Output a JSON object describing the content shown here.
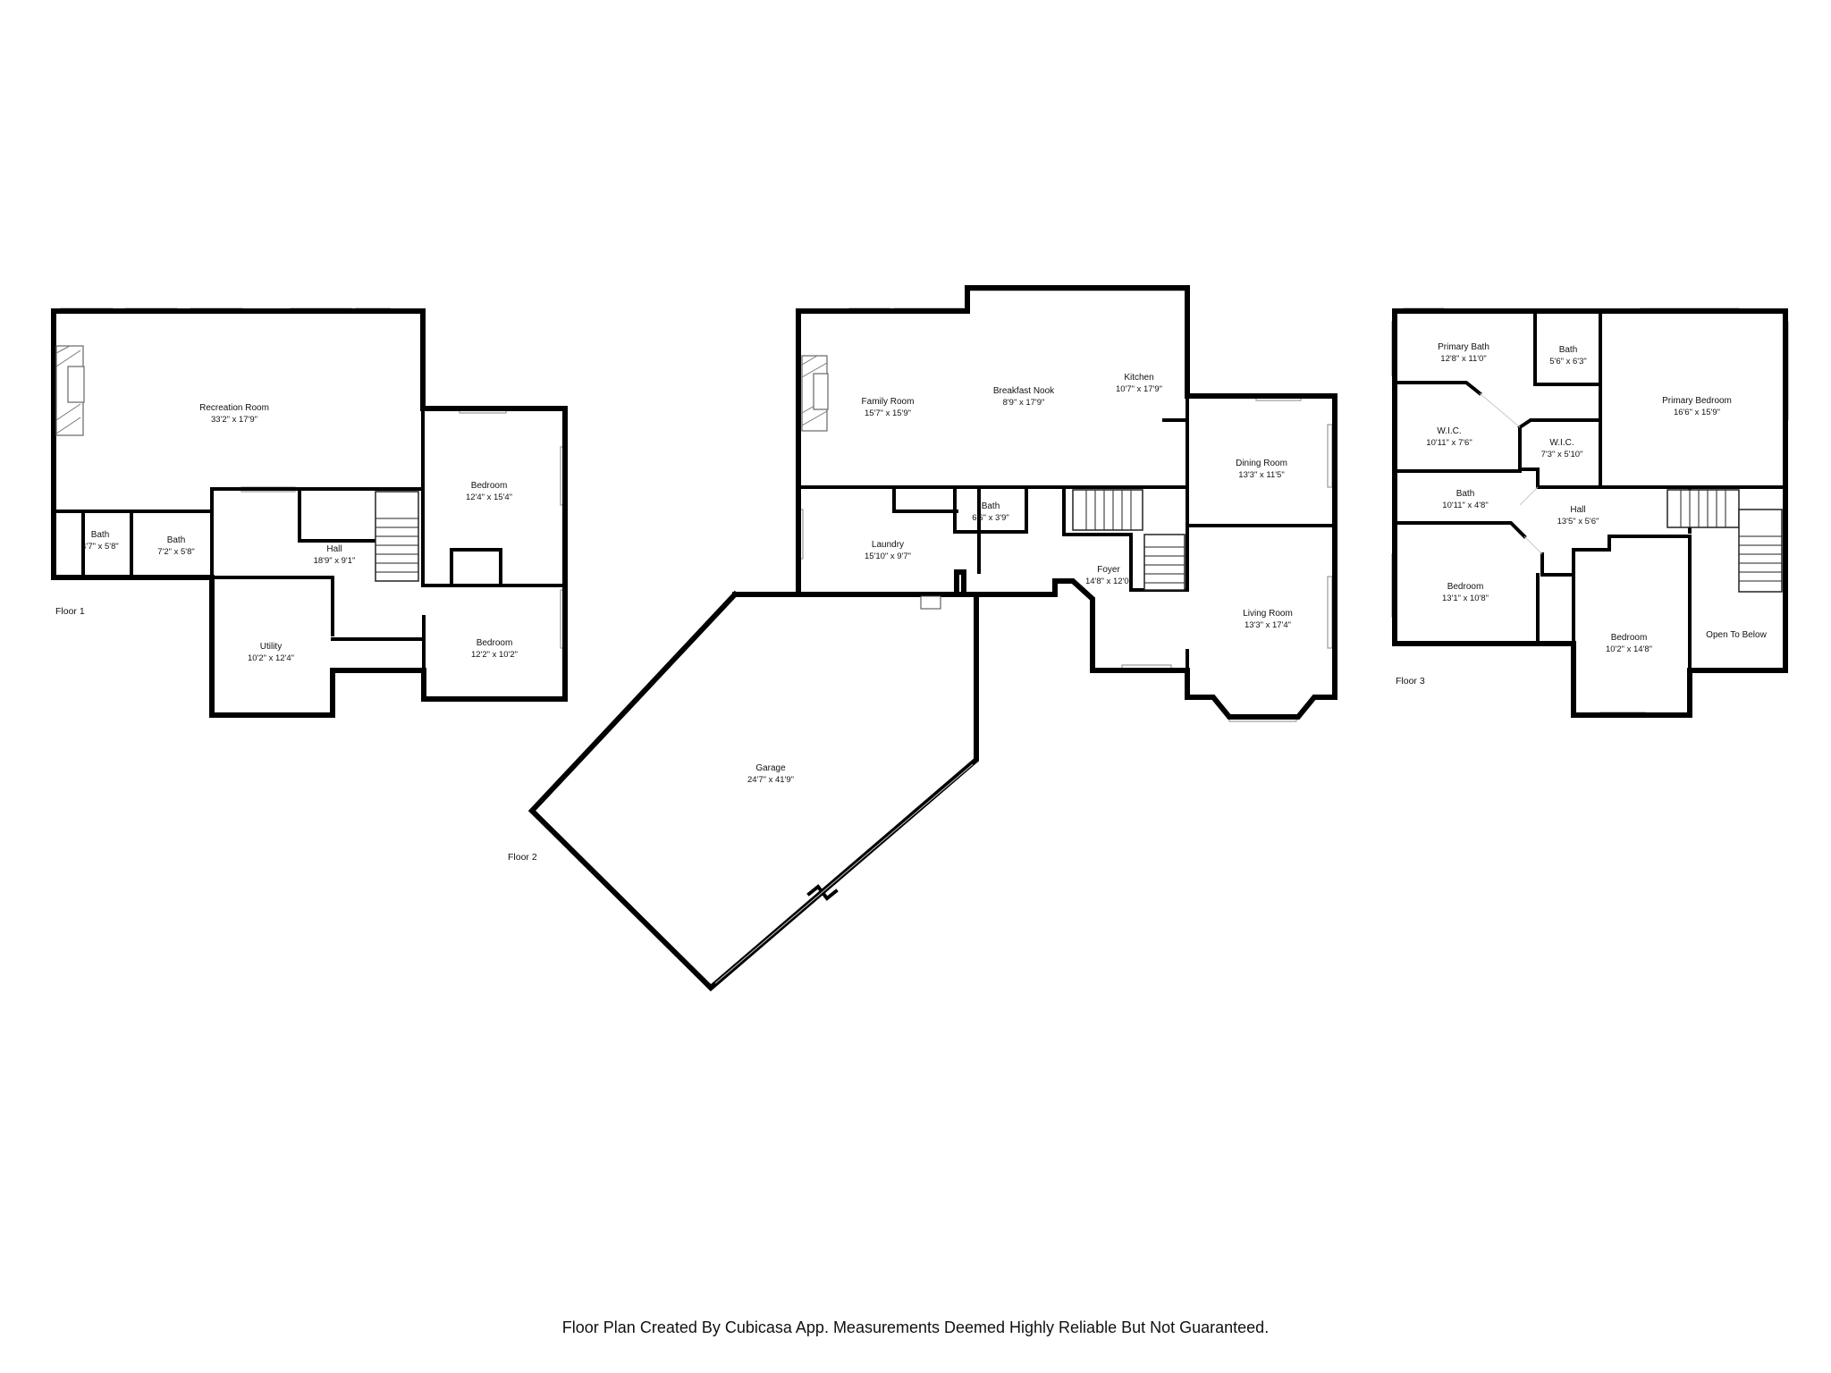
{
  "floors": [
    {
      "label": "Floor 1",
      "rooms": [
        {
          "name": "Recreation Room",
          "dims": "33'2\" x 17'9\""
        },
        {
          "name": "Bath",
          "dims": "4'7\" x 5'8\""
        },
        {
          "name": "Bath",
          "dims": "7'2\" x 5'8\""
        },
        {
          "name": "Hall",
          "dims": "18'9\" x 9'1\""
        },
        {
          "name": "Bedroom",
          "dims": "12'4\" x 15'4\""
        },
        {
          "name": "Utility",
          "dims": "10'2\" x 12'4\""
        },
        {
          "name": "Bedroom",
          "dims": "12'2\" x 10'2\""
        }
      ]
    },
    {
      "label": "Floor 2",
      "rooms": [
        {
          "name": "Family Room",
          "dims": "15'7\" x 15'9\""
        },
        {
          "name": "Breakfast Nook",
          "dims": "8'9\" x 17'9\""
        },
        {
          "name": "Kitchen",
          "dims": "10'7\" x 17'9\""
        },
        {
          "name": "Dining Room",
          "dims": "13'3\" x 11'5\""
        },
        {
          "name": "Bath",
          "dims": "6'6\" x 3'9\""
        },
        {
          "name": "Laundry",
          "dims": "15'10\" x 9'7\""
        },
        {
          "name": "Foyer",
          "dims": "14'8\" x 12'0\""
        },
        {
          "name": "Living Room",
          "dims": "13'3\" x 17'4\""
        },
        {
          "name": "Garage",
          "dims": "24'7\" x 41'9\""
        }
      ]
    },
    {
      "label": "Floor 3",
      "rooms": [
        {
          "name": "Primary Bath",
          "dims": "12'8\" x 11'0\""
        },
        {
          "name": "Bath",
          "dims": "5'6\" x 6'3\""
        },
        {
          "name": "Primary Bedroom",
          "dims": "16'6\" x 15'9\""
        },
        {
          "name": "W.I.C.",
          "dims": "10'11\" x 7'6\""
        },
        {
          "name": "W.I.C.",
          "dims": "7'3\" x 5'10\""
        },
        {
          "name": "Bath",
          "dims": "10'11\" x 4'8\""
        },
        {
          "name": "Hall",
          "dims": "13'5\" x 5'6\""
        },
        {
          "name": "Bedroom",
          "dims": "13'1\" x 10'8\""
        },
        {
          "name": "Bedroom",
          "dims": "10'2\" x 14'8\""
        },
        {
          "name": "Open To Below",
          "dims": ""
        }
      ]
    }
  ],
  "disclaimer": "Floor Plan Created By Cubicasa App. Measurements Deemed Highly Reliable But Not Guaranteed."
}
